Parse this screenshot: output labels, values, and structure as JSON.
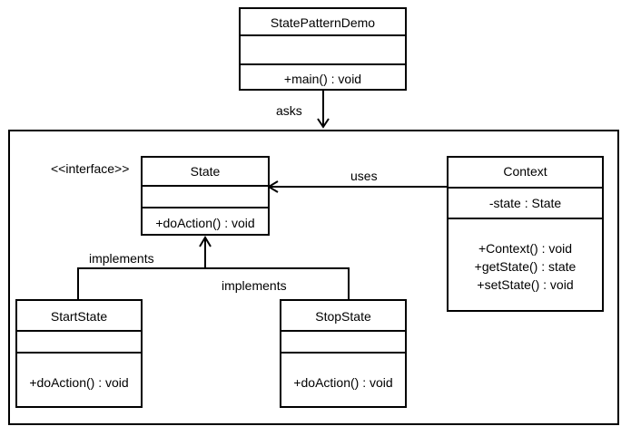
{
  "demo": {
    "name": "StatePatternDemo",
    "op": "+main()  : void"
  },
  "asks_label": "asks",
  "state": {
    "stereotype": "<<interface>>",
    "name": "State",
    "op": "+doAction()  : void"
  },
  "uses_label": "uses",
  "context": {
    "name": "Context",
    "attr": "-state : State",
    "ops": [
      "+Context()  : void",
      "+getState() : state",
      "+setState() : void"
    ]
  },
  "implements_left": "implements",
  "implements_right": "implements",
  "start": {
    "name": "StartState",
    "op": "+doAction()  : void"
  },
  "stop": {
    "name": "StopState",
    "op": "+doAction()  : void"
  }
}
